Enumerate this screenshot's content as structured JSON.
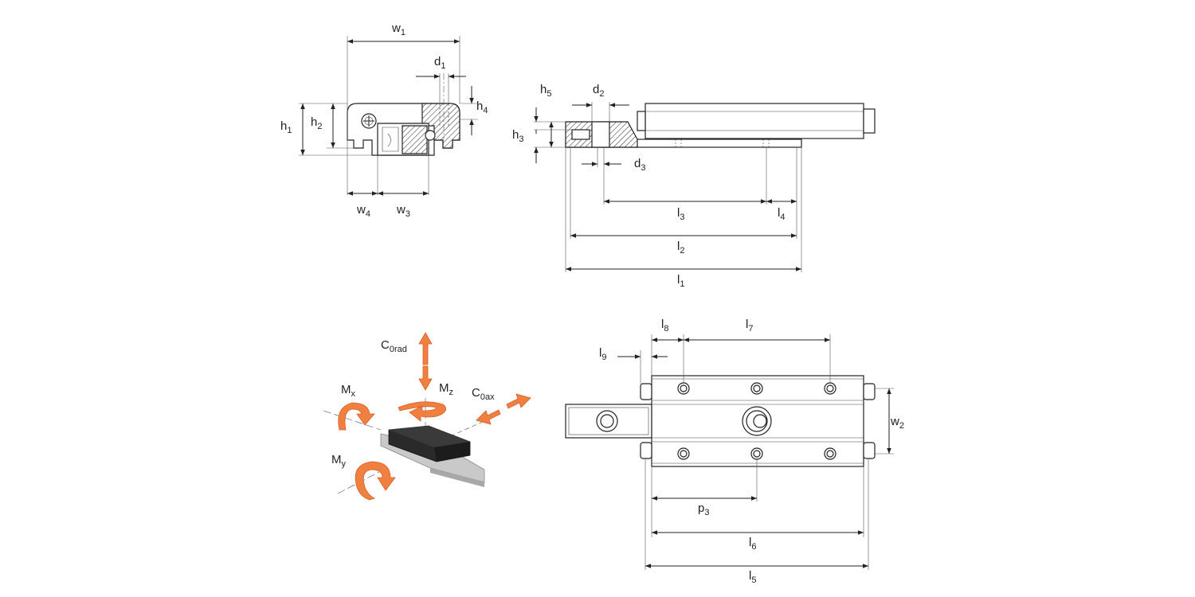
{
  "labels": {
    "w1": {
      "base": "w",
      "sub": "1"
    },
    "d1": {
      "base": "d",
      "sub": "1"
    },
    "h4": {
      "base": "h",
      "sub": "4"
    },
    "h1": {
      "base": "h",
      "sub": "1"
    },
    "h2": {
      "base": "h",
      "sub": "2"
    },
    "w4": {
      "base": "w",
      "sub": "4"
    },
    "w3": {
      "base": "w",
      "sub": "3"
    },
    "h5": {
      "base": "h",
      "sub": "5"
    },
    "d2": {
      "base": "d",
      "sub": "2"
    },
    "h3": {
      "base": "h",
      "sub": "3"
    },
    "d3": {
      "base": "d",
      "sub": "3"
    },
    "l3": {
      "base": "l",
      "sub": "3"
    },
    "l4": {
      "base": "l",
      "sub": "4"
    },
    "l2": {
      "base": "l",
      "sub": "2"
    },
    "l1": {
      "base": "l",
      "sub": "1"
    },
    "l8": {
      "base": "l",
      "sub": "8"
    },
    "l7": {
      "base": "l",
      "sub": "7"
    },
    "l9": {
      "base": "l",
      "sub": "9"
    },
    "w2": {
      "base": "w",
      "sub": "2"
    },
    "p3": {
      "base": "p",
      "sub": "3"
    },
    "l6": {
      "base": "l",
      "sub": "6"
    },
    "l5": {
      "base": "l",
      "sub": "5"
    },
    "c0rad": {
      "base": "C",
      "sub": "0rad"
    },
    "mz": {
      "base": "M",
      "sub": "z"
    },
    "c0ax": {
      "base": "C",
      "sub": "0ax"
    },
    "mx": {
      "base": "M",
      "sub": "x"
    },
    "my": {
      "base": "M",
      "sub": "y"
    }
  },
  "colors": {
    "load_arrow": "#f08040",
    "line": "#222222"
  }
}
